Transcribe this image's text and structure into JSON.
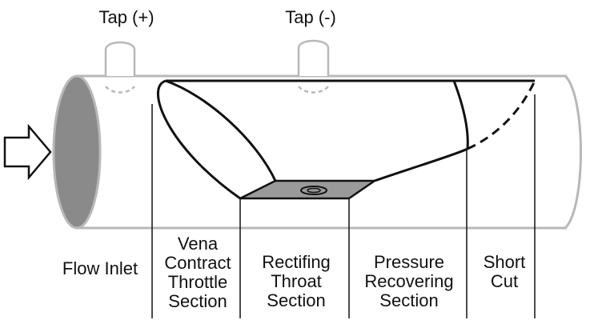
{
  "diagram": {
    "taps": {
      "positive": "Tap (+)",
      "negative": "Tap (-)"
    },
    "sections": {
      "flow_inlet": [
        "Flow Inlet"
      ],
      "vena_contract": [
        "Vena",
        "Contract",
        "Throttle",
        "Section"
      ],
      "rectifying_throat": [
        "Rectifing",
        "Throat",
        "Section"
      ],
      "pressure_recovering": [
        "Pressure",
        "Recovering",
        "Section"
      ],
      "short_cut": [
        "Short",
        "Cut"
      ]
    },
    "colors": {
      "pipe_outline": "#b8b8b8",
      "inlet_fill": "#8a8a8a",
      "throat_fill": "#9a9a9a",
      "ink": "#111111"
    },
    "icons": [
      "flow-arrow-icon"
    ]
  }
}
